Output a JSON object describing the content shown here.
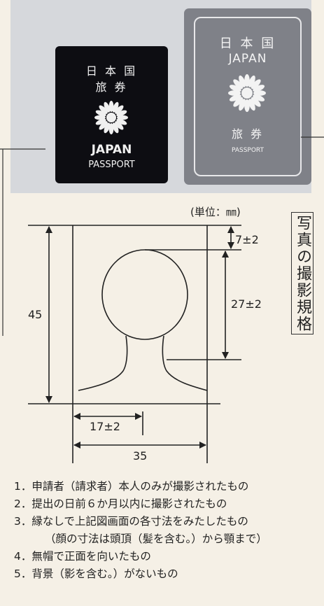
{
  "passports": {
    "dark": {
      "line1": "日 本 国",
      "line2": "旅  券",
      "country": "JAPAN",
      "label": "PASSPORT"
    },
    "gray": {
      "line1": "日 本 国",
      "country": "JAPAN",
      "line2": "旅  券",
      "label": "PASSPORT"
    }
  },
  "heading": "写真の撮影規格",
  "unit_note": "(単位：㎜)",
  "dimensions": {
    "top_gap": "7±2",
    "face_height": "27±2",
    "photo_height": "45",
    "half_width": "17±2",
    "photo_width": "35"
  },
  "requirements": [
    "1．申請者（請求者）本人のみが撮影されたもの",
    "2．提出の日前６か月以内に撮影されたもの",
    "3．縁なしで上記図画面の各寸法をみたしたもの",
    "（顔の寸法は頭頂（髪を含む。）から顎まで）",
    "4．無帽で正面を向いたもの",
    "5．背景（影を含む。）がないもの"
  ],
  "colors": {
    "paper": "#f5f0e6",
    "ink": "#222222",
    "dark_passport": "#0d0d12",
    "gray_passport": "#7f8188"
  }
}
